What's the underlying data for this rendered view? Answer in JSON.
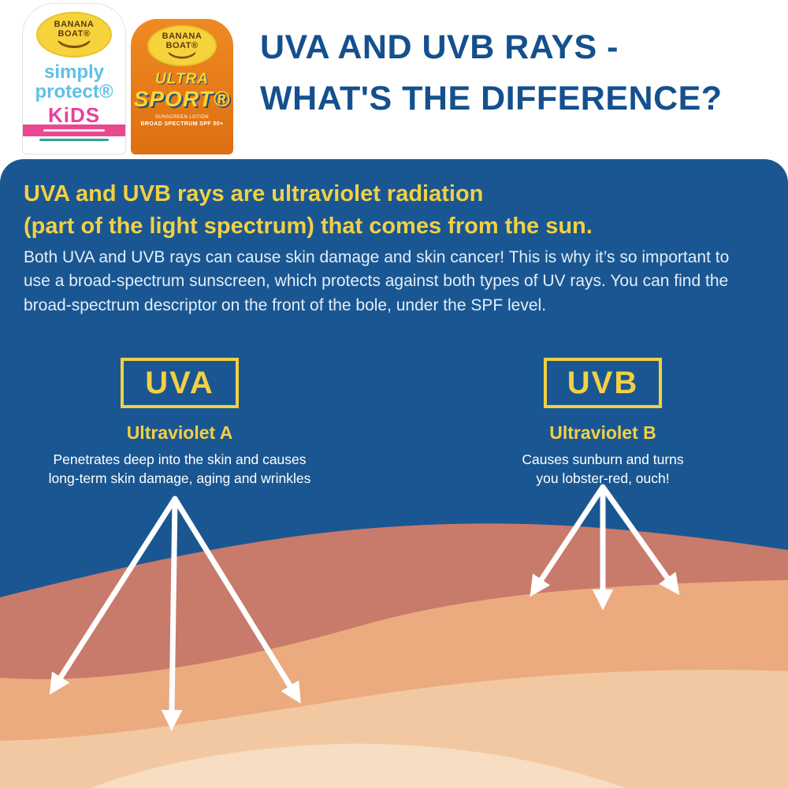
{
  "page_title": {
    "line1": "UVA AND UVB RAYS -",
    "line2": "WHAT'S THE DIFFERENCE?"
  },
  "products": {
    "simply_protect": {
      "logo_line1": "BANANA",
      "logo_line2": "BOAT®",
      "name_line1": "simply",
      "name_line2": "protect®",
      "kids": "KiDS"
    },
    "ultra_sport": {
      "logo_line1": "BANANA",
      "logo_line2": "BOAT®",
      "name_line1": "ULTRA",
      "name_line2": "SPORT®",
      "sub_line1": "SUNSCREEN LOTION",
      "sub_line2": "BROAD SPECTRUM SPF 50+"
    }
  },
  "intro": {
    "headline_line1": "UVA and UVB rays are ultraviolet radiation",
    "headline_line2": "(part of the light spectrum) that comes from the sun.",
    "body_line1": "Both UVA and UVB rays can cause skin damage and skin cancer! This is why it’s so important to",
    "body_line2": "use a broad-spectrum sunscreen, which protects against both types of UV rays. You can find the",
    "body_line3": "broad-spectrum descriptor on the front of the bole, under the SPF level."
  },
  "uva": {
    "label": "UVA",
    "title": "Ultraviolet A",
    "desc_line1": "Penetrates deep into the skin and causes",
    "desc_line2": "long-term skin damage, aging and wrinkles"
  },
  "uvb": {
    "label": "UVB",
    "title": "Ultraviolet B",
    "desc_line1": "Causes sunburn and turns",
    "desc_line2": "you lobster-red, ouch!"
  },
  "colors": {
    "panel_blue": "#1a5792",
    "title_blue": "#14508d",
    "accent_yellow": "#f2d043",
    "bottle_orange": "#e87c1b",
    "simply_blue": "#5fc0e8",
    "kids_pink": "#ea3f9b",
    "skin_layer_1": "#c87a6b",
    "skin_layer_2": "#ecab7e",
    "skin_layer_3": "#f2c8a2",
    "skin_layer_4": "#f7ddc1",
    "ray_white": "#ffffff"
  }
}
